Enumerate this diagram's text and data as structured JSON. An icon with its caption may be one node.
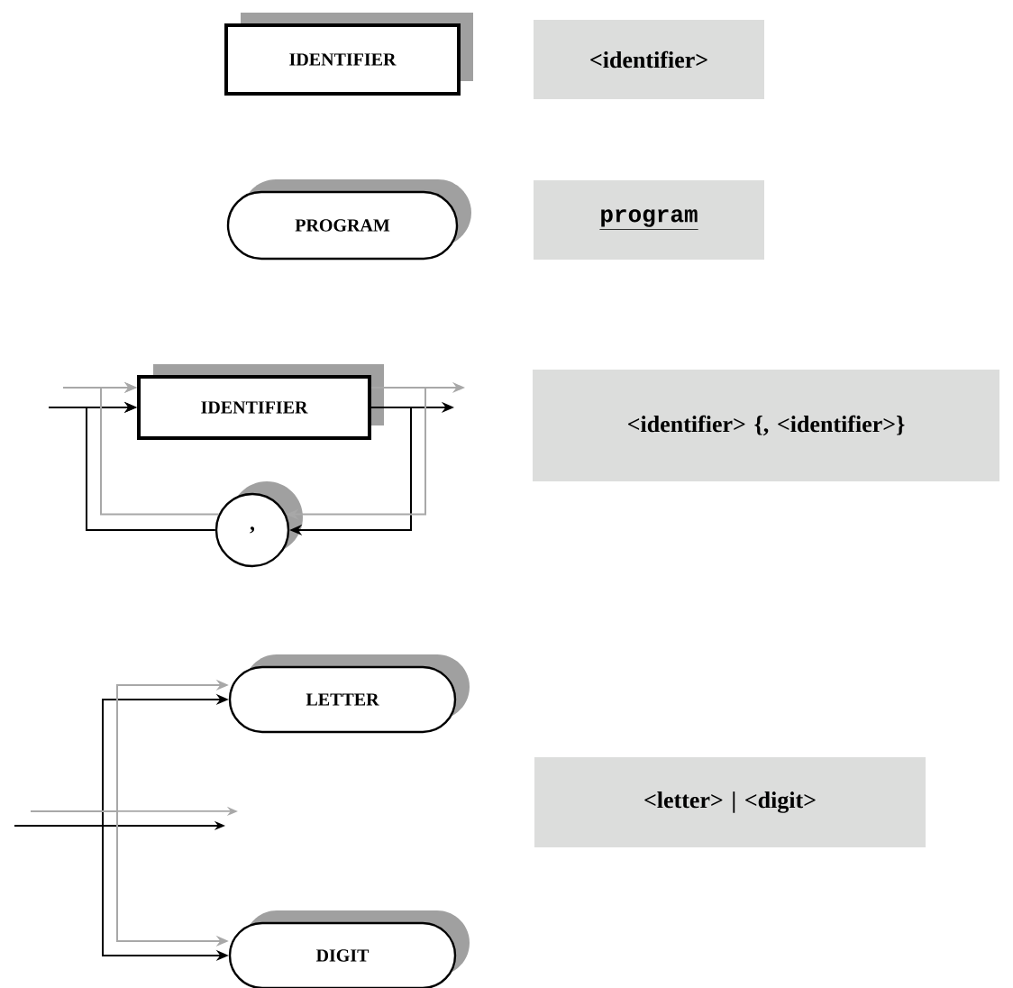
{
  "diagram": {
    "nodes": [
      {
        "text": [
          "IDENTIFIER"
        ]
      },
      {
        "text": [
          "<identifier>"
        ]
      },
      {
        "text": [
          "PROGRAM"
        ]
      },
      {
        "text": [
          "program"
        ]
      },
      {
        "text": [
          "IDENTIFIER"
        ]
      },
      {
        "text": [
          ","
        ]
      },
      {
        "text": [
          "<identifier> {, <identifier>}"
        ]
      },
      {
        "text": [
          "LETTER"
        ]
      },
      {
        "text": [
          "DIGIT"
        ]
      },
      {
        "text": [
          "<letter> | <digit>"
        ]
      }
    ],
    "edges": [
      {
        "from": null,
        "to": 4,
        "arrow": "to"
      },
      {
        "from": 4,
        "to": null,
        "arrow": "to"
      },
      {
        "from": 4,
        "to": 5,
        "arrow": "to"
      },
      {
        "from": 5,
        "to": 4,
        "arrow": "to"
      },
      {
        "from": null,
        "to": 7,
        "arrow": "to"
      },
      {
        "from": null,
        "to": 8,
        "arrow": "to"
      },
      {
        "from": null,
        "to": 4,
        "arrow": "to",
        "color": "#a8a8a8"
      },
      {
        "from": 4,
        "to": null,
        "arrow": "to",
        "color": "#a8a8a8"
      },
      {
        "from": 4,
        "to": 5,
        "arrow": "to",
        "color": "#a8a8a8"
      },
      {
        "from": 5,
        "to": 4,
        "arrow": "to",
        "color": "#a8a8a8"
      },
      {
        "from": null,
        "to": 7,
        "arrow": "to",
        "color": "#a8a8a8"
      },
      {
        "from": null,
        "to": 8,
        "arrow": "to",
        "color": "#a8a8a8"
      }
    ]
  }
}
